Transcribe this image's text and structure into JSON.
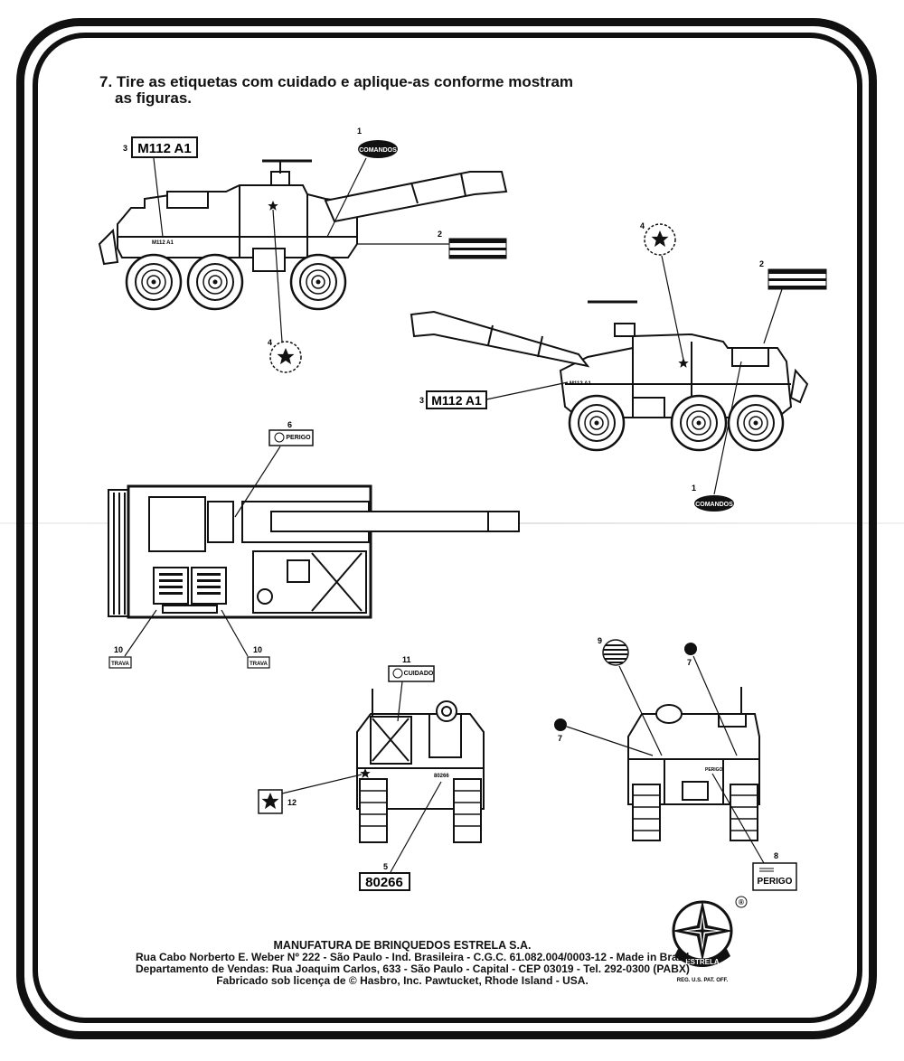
{
  "instruction": {
    "line1": "7. Tire as etiquetas com cuidado e aplique-as conforme mostram",
    "line2": "as figuras."
  },
  "stickers": {
    "m112_label": "M112 A1",
    "m112_small": "M112 A1",
    "comandos": "COMANDOS",
    "perigo": "PERIGO",
    "cuidado": "CUIDADO",
    "trava": "TRAVA",
    "serial": "80266",
    "serial_small": "80266"
  },
  "callouts": {
    "n1": "1",
    "n2": "2",
    "n3": "3",
    "n4": "4",
    "n5": "5",
    "n6": "6",
    "n7": "7",
    "n8": "8",
    "n9": "9",
    "n10": "10",
    "n11": "11",
    "n12": "12"
  },
  "footer": {
    "company": "MANUFATURA DE BRINQUEDOS ESTRELA S.A.",
    "line2": "Rua Cabo Norberto E. Weber Nº 222 - São Paulo - Ind. Brasileira - C.G.C. 61.082.004/0003-12 - Made in Brazil",
    "line3": "Departamento de Vendas: Rua Joaquim Carlos, 633 - São Paulo - Capital - CEP 03019 - Tel. 292-0300 (PABX)",
    "line4": "Fabricado sob licença de © Hasbro, Inc. Pawtucket, Rhode Island - USA."
  },
  "logo": {
    "brand": "ESTRELA",
    "registered": "®",
    "reg_note": "REG. U.S. PAT. OFF."
  }
}
